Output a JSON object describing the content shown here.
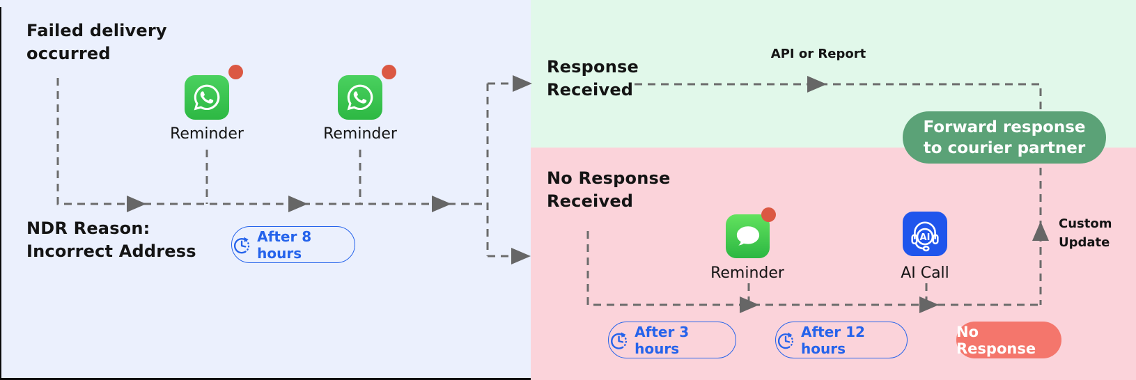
{
  "left_section": {
    "title": "Failed delivery\noccurred",
    "ndr_reason": "NDR Reason:\nIncorrect Address",
    "reminder1_label": "Reminder",
    "reminder2_label": "Reminder",
    "after_8_pill": "After 8 hours"
  },
  "response_branch": {
    "title": "Response\nReceived",
    "api_label": "API or Report",
    "forward_pill": "Forward response to courier partner"
  },
  "no_response_branch": {
    "title": "No Response\nReceived",
    "reminder_label": "Reminder",
    "ai_call_label": "AI Call",
    "after_3_pill": "After 3 hours",
    "after_12_pill": "After 12 hours",
    "no_response_pill": "No Response",
    "custom_update_label": "Custom\nUpdate"
  },
  "icons": [
    "whatsapp-icon",
    "imessage-icon",
    "ai-call-headset-icon",
    "clock-delay-icon",
    "notification-dot"
  ],
  "palette": {
    "accent_blue": "#2563EB",
    "sage_green_pill": "#5BA277",
    "salmon_pill": "#F4766C",
    "bg_lavender": "#EBF0FD",
    "bg_green": "#E1F8EA",
    "bg_pink": "#FBD3DA",
    "whatsapp_green": "#3FC351",
    "imessage_green": "#4CD95E",
    "ai_blue": "#1F55EC",
    "notification_red": "#DB5843",
    "line_gray": "#6B6B6B",
    "text_black": "#141414"
  }
}
